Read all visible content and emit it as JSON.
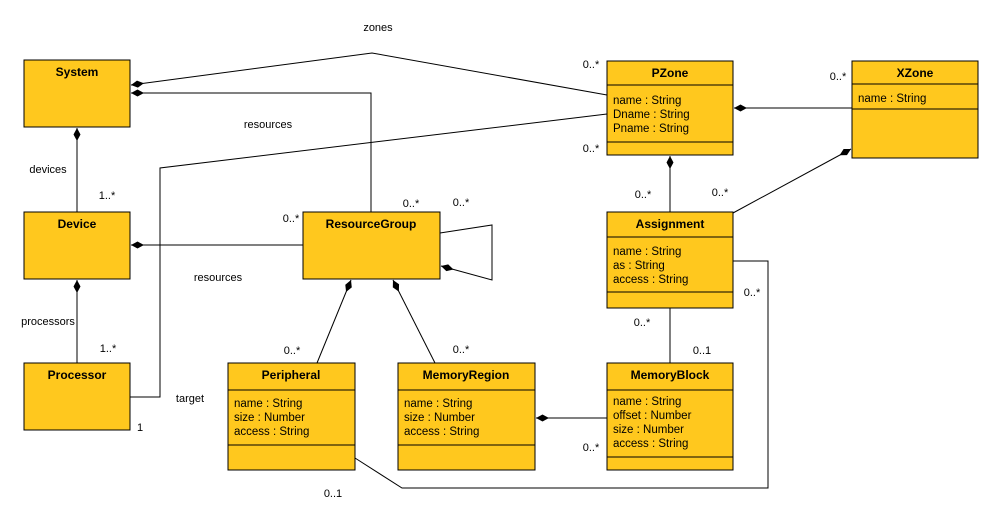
{
  "diagram": {
    "kind": "uml-class-diagram"
  },
  "colors": {
    "class_fill": "#FFC81E",
    "class_border": "#000000",
    "line": "#000000"
  },
  "classes": {
    "system": {
      "name": "System",
      "attributes": []
    },
    "device": {
      "name": "Device",
      "attributes": []
    },
    "processor": {
      "name": "Processor",
      "attributes": []
    },
    "resourcegroup": {
      "name": "ResourceGroup",
      "attributes": []
    },
    "pzone": {
      "name": "PZone",
      "attributes": [
        "name : String",
        "Dname : String",
        "Pname : String"
      ]
    },
    "xzone": {
      "name": "XZone",
      "attributes": [
        "name : String"
      ]
    },
    "assignment": {
      "name": "Assignment",
      "attributes": [
        "name : String",
        "as : String",
        "access : String"
      ]
    },
    "peripheral": {
      "name": "Peripheral",
      "attributes": [
        "name : String",
        "size : Number",
        "access : String"
      ]
    },
    "memoryregion": {
      "name": "MemoryRegion",
      "attributes": [
        "name : String",
        "size : Number",
        "access : String"
      ]
    },
    "memoryblock": {
      "name": "MemoryBlock",
      "attributes": [
        "name : String",
        "offset : Number",
        "size : Number",
        "access : String"
      ]
    }
  },
  "labels": {
    "zones": "zones",
    "resources_system": "resources",
    "resources_device": "resources",
    "devices": "devices",
    "processors": "processors",
    "target": "target"
  },
  "multiplicities": {
    "pzone_of_system": "0..*",
    "pzone_of_target": "0..*",
    "rg_of_system": "0..*",
    "rg_self": "0..*",
    "rg_of_device": "0..*",
    "device_of_system": "1..*",
    "processor_of_device": "1..*",
    "processor_target": "1",
    "peripheral_of_rg": "0..*",
    "memoryregion_of_rg": "0..*",
    "peripheral_of_assignment": "0..1",
    "assignment_of_peripheral": "0..*",
    "memoryblock_of_memoryregion": "0..*",
    "memoryblock_of_assignment": "0..1",
    "assignment_of_memoryblock": "0..*",
    "assignment_of_pzone": "0..*",
    "assignment_of_xzone": "0..*",
    "xzone_of_pzone": "0..*"
  }
}
